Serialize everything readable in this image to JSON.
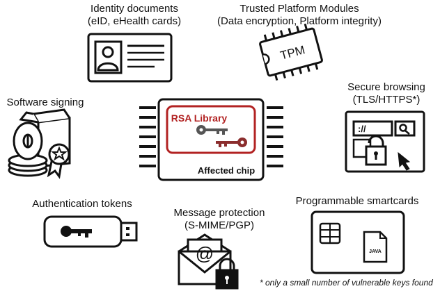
{
  "center": {
    "library_label": "RSA Library",
    "chip_label": "Affected chip",
    "accent_color": "#b22222"
  },
  "uses": {
    "identity": {
      "title": "Identity documents",
      "subtitle": "(eID, eHealth cards)",
      "icon": "id-card-icon"
    },
    "tpm": {
      "title": "Trusted Platform Modules",
      "subtitle": "(Data encryption, Platform integrity)",
      "chip_text": "TPM",
      "icon": "tpm-chip-icon"
    },
    "signing": {
      "title": "Software signing",
      "icon": "software-box-icon"
    },
    "browsing": {
      "title": "Secure browsing",
      "subtitle": "(TLS/HTTPS*)",
      "address_text": "://",
      "icon": "browser-lock-icon"
    },
    "tokens": {
      "title": "Authentication tokens",
      "icon": "usb-key-icon"
    },
    "messages": {
      "title": "Message protection",
      "subtitle": "(S-MIME/PGP)",
      "at_symbol": "@",
      "icon": "envelope-lock-icon"
    },
    "smartcards": {
      "title": "Programmable smartcards",
      "file_label": "JAVA",
      "icon": "smartcard-java-icon"
    }
  },
  "footnote": "* only a small number of vulnerable keys found"
}
